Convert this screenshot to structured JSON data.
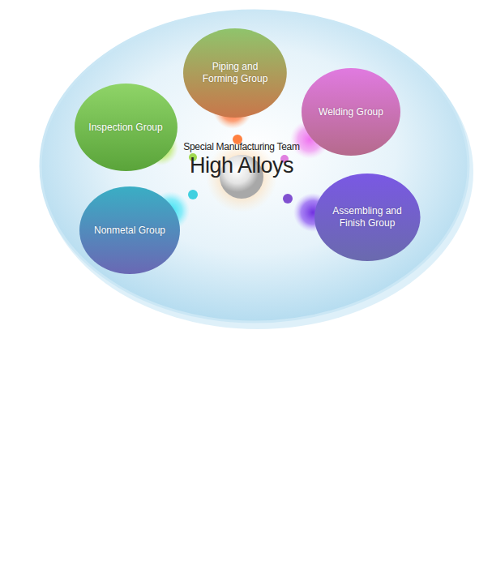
{
  "diagram": {
    "nodes": [
      {
        "text": [
          "Piping and Forming Group"
        ]
      },
      {
        "text": [
          "Inspection Group"
        ]
      },
      {
        "text": [
          "Welding Group"
        ]
      },
      {
        "text": [
          "Special Manufacturing Team",
          "High Alloys"
        ]
      },
      {
        "text": [
          "Nonmetal Group"
        ]
      },
      {
        "text": [
          "Assembling and Finish Group"
        ]
      }
    ]
  }
}
